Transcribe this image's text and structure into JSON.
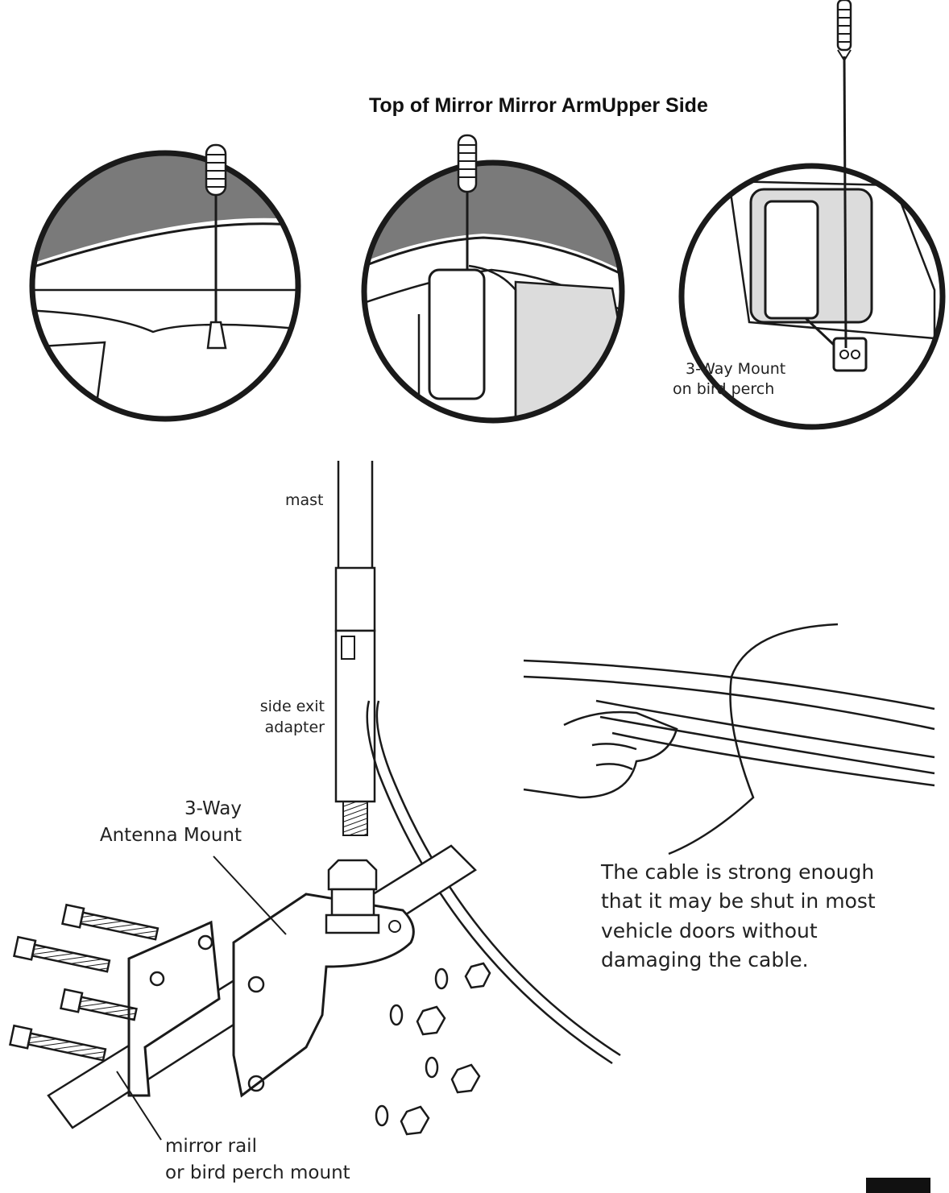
{
  "heading": "Top of Mirror Mirror ArmUpper Side",
  "labels": {
    "perch_mount": [
      "3-Way Mount",
      "on bird perch"
    ],
    "mast": "mast",
    "side_exit_adapter": [
      "side exit",
      "adapter"
    ],
    "antenna_mount": [
      "3-Way",
      "Antenna Mount"
    ],
    "mirror_rail": [
      "mirror rail",
      "or bird perch mount"
    ]
  },
  "note": "The cable is strong enough that it may be shut in most vehicle doors without damaging the cable.",
  "colors": {
    "line": "#1a1a1a",
    "shade_dark": "#7a7a7a",
    "shade_light": "#dcdcdc",
    "fill": "#ffffff"
  }
}
